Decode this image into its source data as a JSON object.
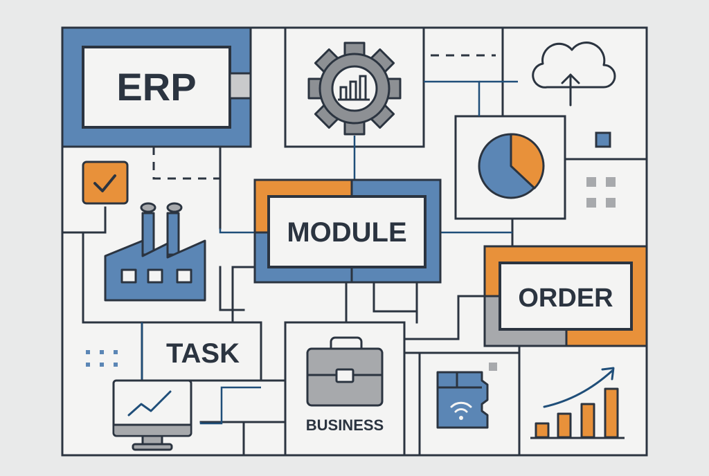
{
  "labels": {
    "erp": "ERP",
    "module": "MODULE",
    "order": "ORDER",
    "task": "TASK",
    "business": "BUSINESS"
  },
  "icons": [
    "gear-chart-icon",
    "cloud-upload-icon",
    "pie-chart-icon",
    "checkbox-icon",
    "factory-icon",
    "grid-dots-icon",
    "monitor-chart-icon",
    "briefcase-icon",
    "memory-card-wifi-icon",
    "growth-bar-chart-icon"
  ],
  "colors": {
    "line": "#2b3440",
    "blue": "#5b86b5",
    "orange": "#e8913a",
    "gray": "#a7a9ac",
    "navy": "#1f4e79",
    "panel": "#f4f4f3",
    "background": "#e9eaea"
  }
}
